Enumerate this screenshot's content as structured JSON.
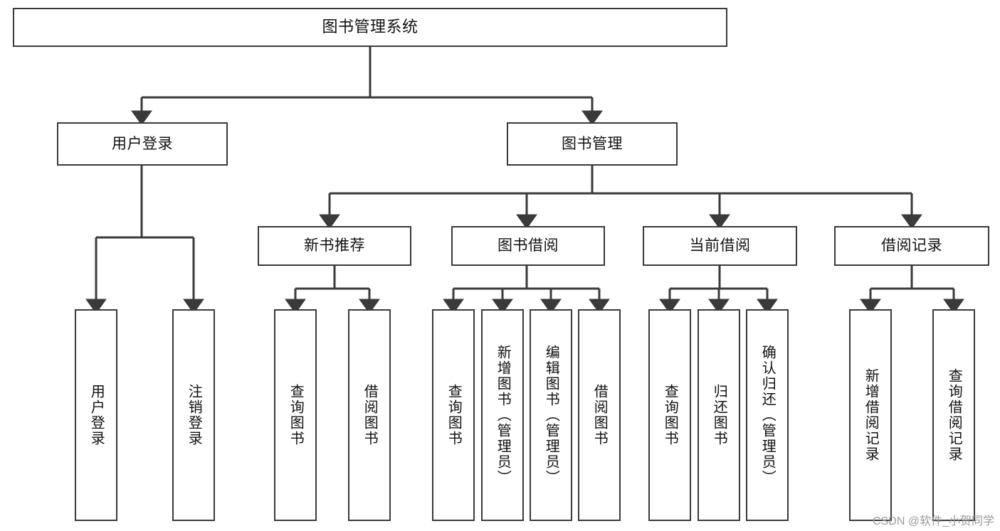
{
  "diagram": {
    "type": "tree-hierarchy-diagram",
    "title": "图书管理系统",
    "watermark": "CSDN @软件_小贺同学",
    "colors": {
      "background": "#ffffff",
      "box_border": "#3a3a3a",
      "connector": "#3a3a3a",
      "text": "#111111",
      "watermark": "#9a9a9a"
    },
    "nodes": {
      "root": {
        "label": "图书管理系统"
      },
      "level1": [
        {
          "label": "用户登录"
        },
        {
          "label": "图书管理"
        }
      ],
      "level2": [
        {
          "label": "新书推荐"
        },
        {
          "label": "图书借阅"
        },
        {
          "label": "当前借阅"
        },
        {
          "label": "借阅记录"
        }
      ],
      "leaves": {
        "user_login": [
          {
            "label": "用户登录"
          },
          {
            "label": "注销登录"
          }
        ],
        "new_book_recommend": [
          {
            "label": "查询图书"
          },
          {
            "label": "借阅图书"
          }
        ],
        "book_borrow": [
          {
            "label": "查询图书"
          },
          {
            "label": "新增图书（管理员）"
          },
          {
            "label": "编辑图书（管理员）"
          },
          {
            "label": "借阅图书"
          }
        ],
        "current_borrow": [
          {
            "label": "查询图书"
          },
          {
            "label": "归还图书"
          },
          {
            "label": "确认归还（管理员）"
          }
        ],
        "borrow_records": [
          {
            "label": "新增借阅记录"
          },
          {
            "label": "查询借阅记录"
          }
        ]
      }
    }
  }
}
